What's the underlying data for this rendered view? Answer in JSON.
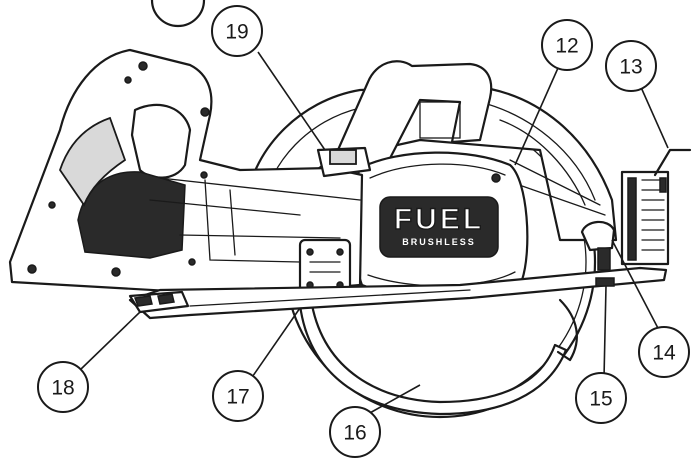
{
  "diagram": {
    "brand_text": "FUEL",
    "brand_subtext": "BRUSHLESS",
    "callouts": [
      {
        "id": "19",
        "label": "19"
      },
      {
        "id": "12",
        "label": "12"
      },
      {
        "id": "13",
        "label": "13"
      },
      {
        "id": "14",
        "label": "14"
      },
      {
        "id": "15",
        "label": "15"
      },
      {
        "id": "16",
        "label": "16"
      },
      {
        "id": "17",
        "label": "17"
      },
      {
        "id": "18",
        "label": "18"
      }
    ]
  }
}
